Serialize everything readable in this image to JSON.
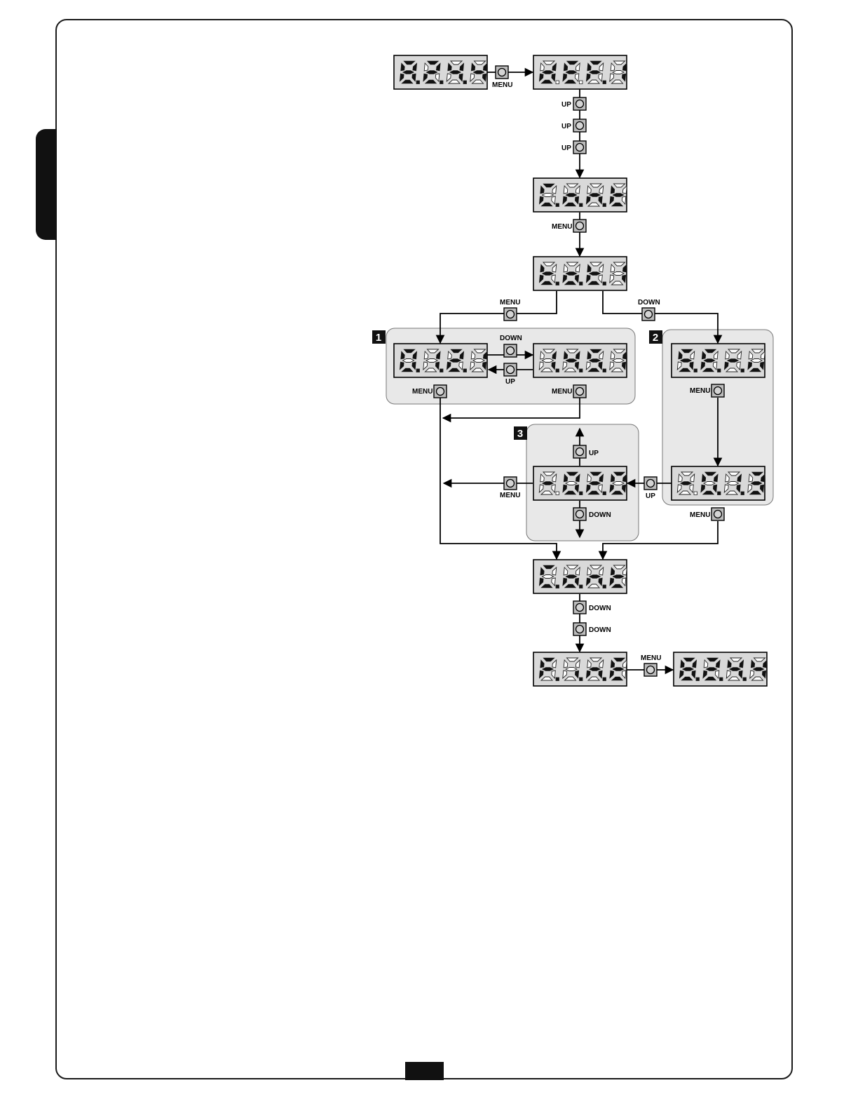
{
  "displays": {
    "start": "8.2.4.4",
    "def": "dEF.1",
    "cont_top": "C.o.n.t",
    "tot": "t.o.t.1",
    "g1_left": "0.1.2.1",
    "g1_right": "1.4.5.1",
    "g2_top": "S.E.r.u",
    "g2_bottom": "-0.1.3",
    "g3": "-0.2.0",
    "cont_bottom": "C.o.n.t",
    "fine": "F.i.n.E",
    "end": "8.2.4.4"
  },
  "buttons": {
    "menu": "MENU",
    "up": "UP",
    "down": "DOWN"
  },
  "groups": {
    "g1": "1",
    "g2": "2",
    "g3": "3"
  },
  "colors": {
    "display_bg": "#d9d9d9",
    "group_bg": "#e8e8e8",
    "segment_on": "#111111",
    "segment_off": "#ffffff",
    "button_bg": "#bcbcbc"
  }
}
